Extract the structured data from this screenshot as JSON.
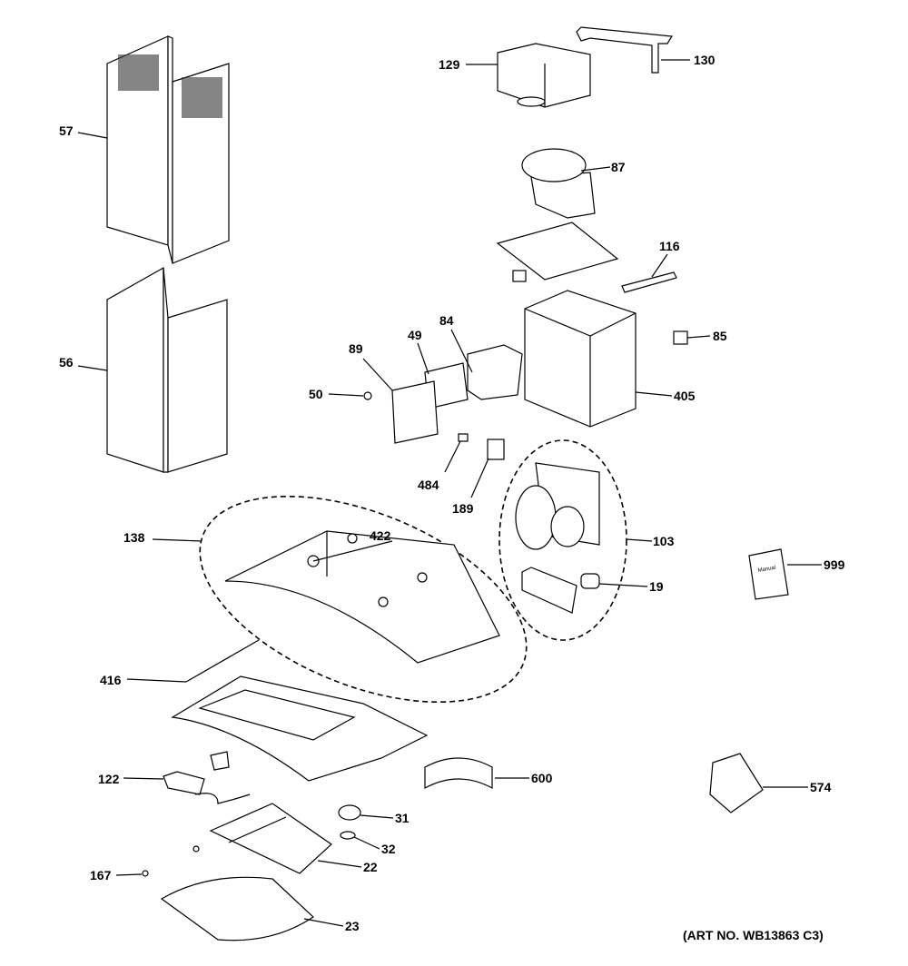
{
  "diagram": {
    "callouts": [
      {
        "id": "129",
        "label": "129"
      },
      {
        "id": "130",
        "label": "130"
      },
      {
        "id": "57",
        "label": "57"
      },
      {
        "id": "87",
        "label": "87"
      },
      {
        "id": "116",
        "label": "116"
      },
      {
        "id": "85",
        "label": "85"
      },
      {
        "id": "84",
        "label": "84"
      },
      {
        "id": "49",
        "label": "49"
      },
      {
        "id": "89",
        "label": "89"
      },
      {
        "id": "50",
        "label": "50"
      },
      {
        "id": "405",
        "label": "405"
      },
      {
        "id": "56",
        "label": "56"
      },
      {
        "id": "484",
        "label": "484"
      },
      {
        "id": "189",
        "label": "189"
      },
      {
        "id": "138",
        "label": "138"
      },
      {
        "id": "422",
        "label": "422"
      },
      {
        "id": "103",
        "label": "103"
      },
      {
        "id": "999",
        "label": "999"
      },
      {
        "id": "19",
        "label": "19"
      },
      {
        "id": "416",
        "label": "416"
      },
      {
        "id": "122",
        "label": "122"
      },
      {
        "id": "600",
        "label": "600"
      },
      {
        "id": "574",
        "label": "574"
      },
      {
        "id": "31",
        "label": "31"
      },
      {
        "id": "32",
        "label": "32"
      },
      {
        "id": "22",
        "label": "22"
      },
      {
        "id": "167",
        "label": "167"
      },
      {
        "id": "23",
        "label": "23"
      }
    ],
    "manual_text": "Manual",
    "art_number": "(ART NO. WB13863 C3)"
  }
}
